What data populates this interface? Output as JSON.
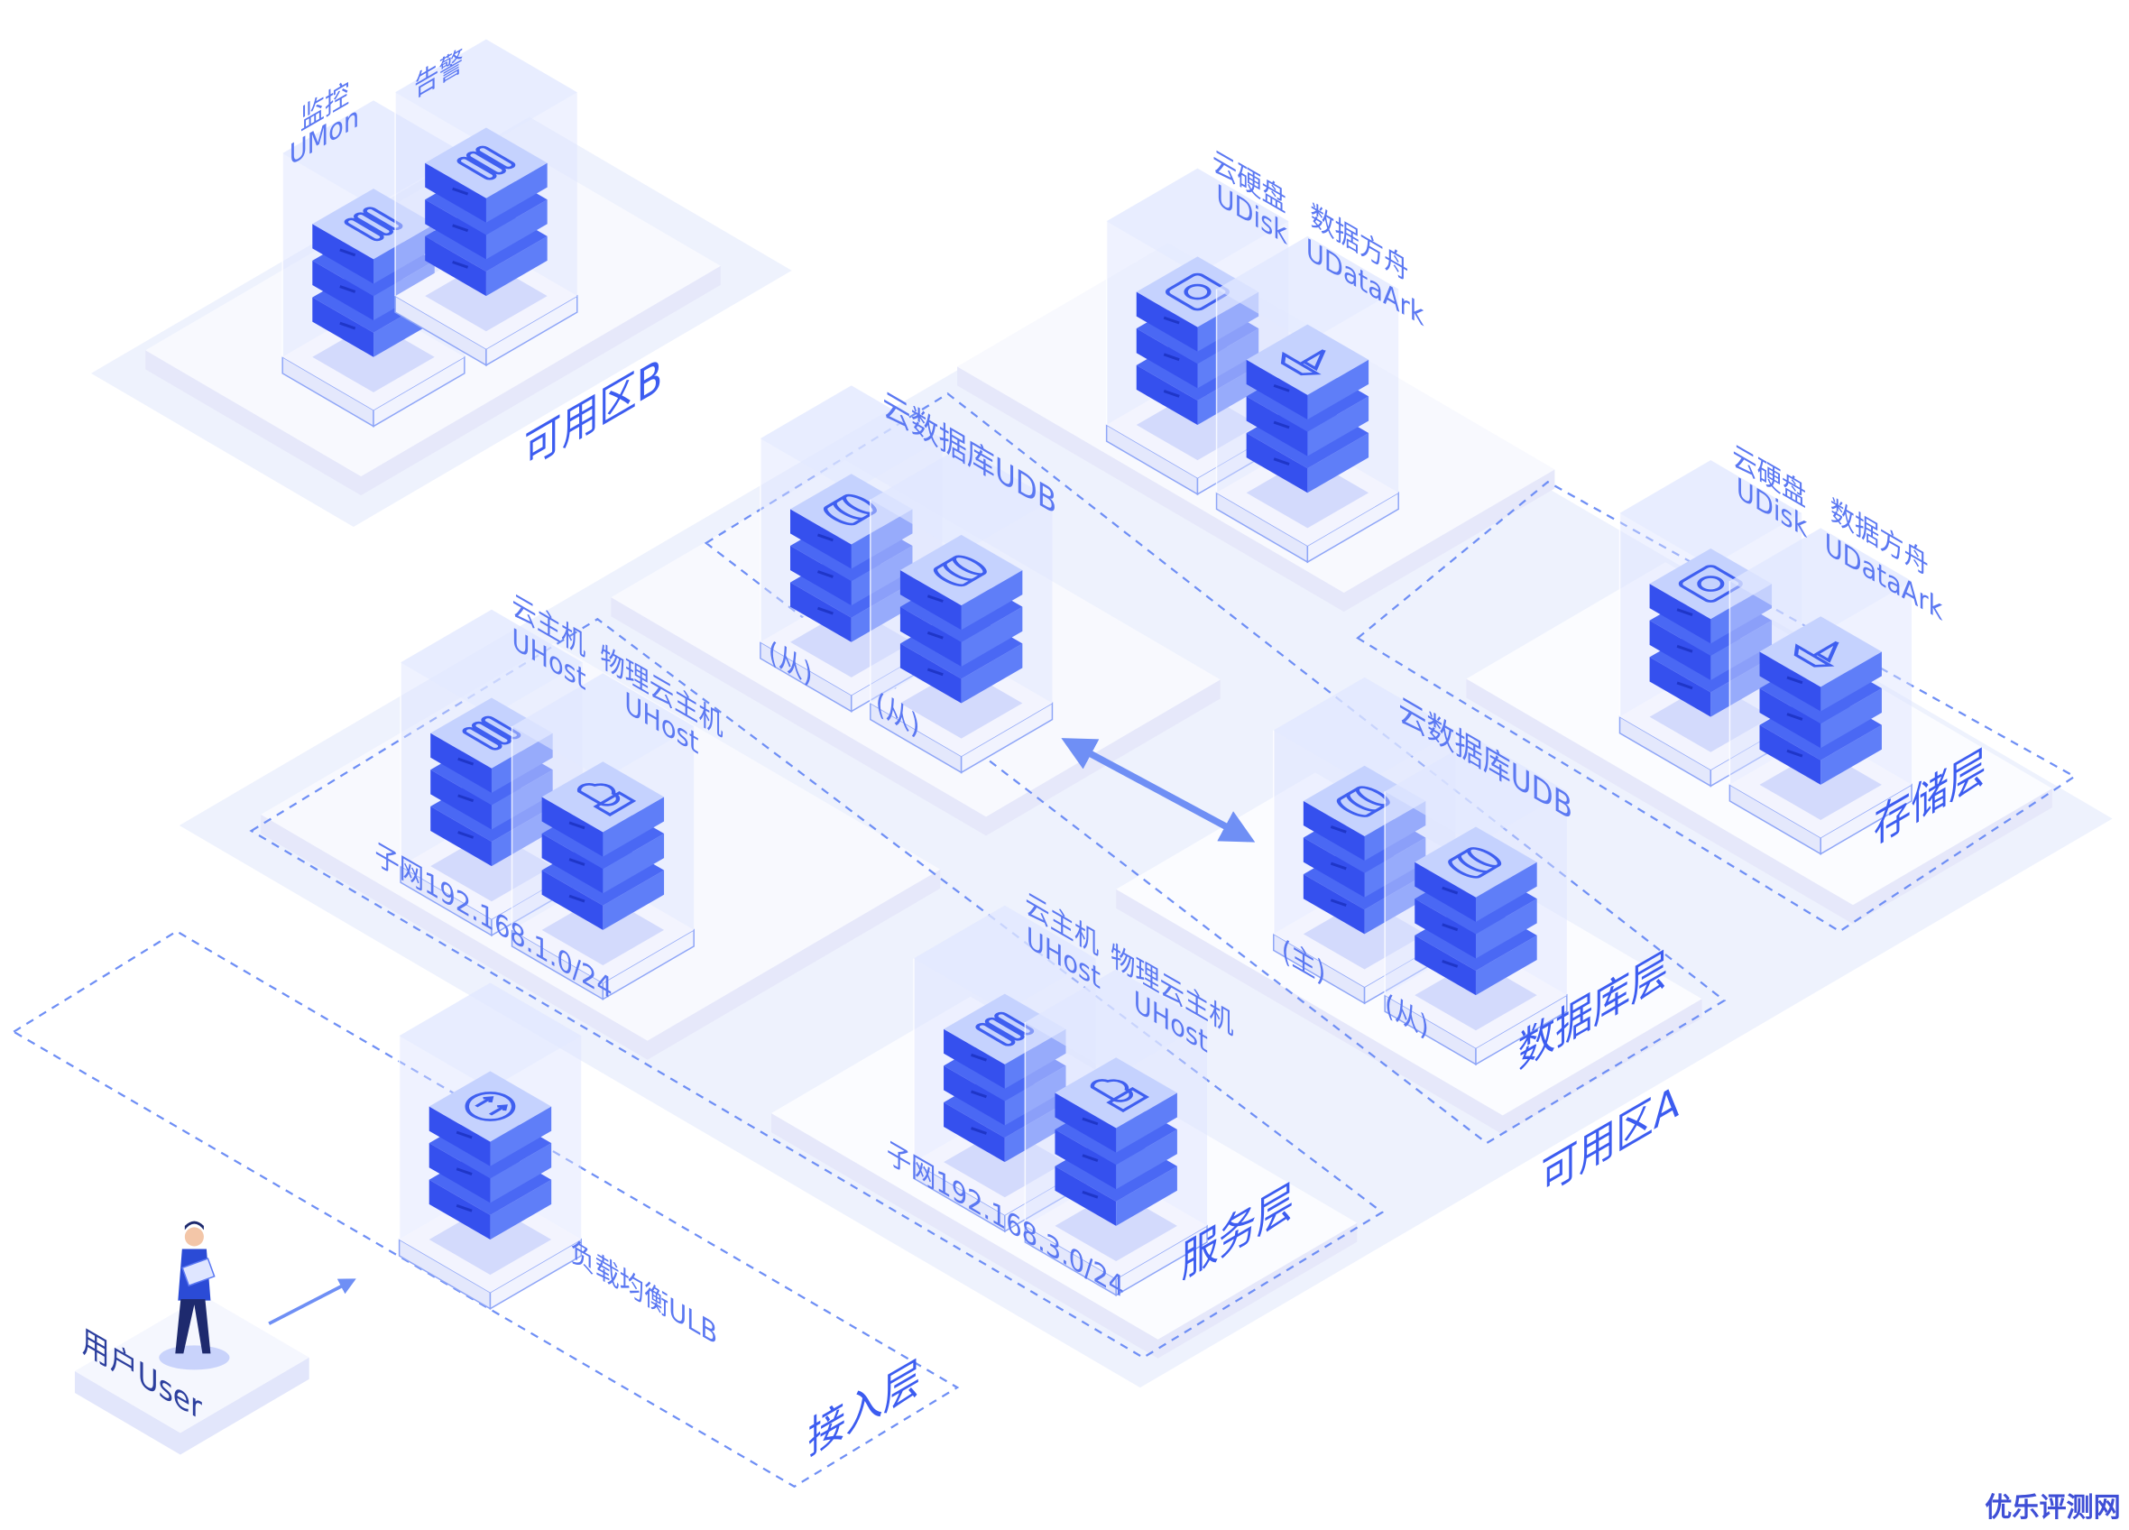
{
  "zones": {
    "zone_b": "可用区B",
    "zone_a": "可用区A"
  },
  "layers": {
    "access": "接入层",
    "service": "服务层",
    "database": "数据库层",
    "storage": "存储层"
  },
  "zone_b_services": {
    "monitor_cn": "监控",
    "monitor_en": "UMon",
    "alarm_cn": "告警"
  },
  "storage_b": {
    "udisk_cn": "云硬盘",
    "udisk_en": "UDisk",
    "udataark_cn": "数据方舟",
    "udataark_en": "UDataArk"
  },
  "storage_a": {
    "udisk_cn": "云硬盘",
    "udisk_en": "UDisk",
    "udataark_cn": "数据方舟",
    "udataark_en": "UDataArk"
  },
  "db_b": {
    "title": "云数据库UDB",
    "slave1": "(从)",
    "slave2": "(从)"
  },
  "db_a": {
    "title": "云数据库UDB",
    "master": "(主)",
    "slave": "(从)"
  },
  "subnet1": {
    "uhost_cn": "云主机",
    "uhost_en": "UHost",
    "phost_cn": "物理云主机",
    "phost_en": "UHost",
    "subnet": "子网192.168.1.0/24"
  },
  "subnet3": {
    "uhost_cn": "云主机",
    "uhost_en": "UHost",
    "phost_cn": "物理云主机",
    "phost_en": "UHost",
    "subnet": "子网192.168.3.0/24"
  },
  "access": {
    "ulb": "负载均衡ULB",
    "user": "用户User"
  },
  "watermark": "优乐评测网",
  "colors": {
    "accent": "#3c5cf0",
    "label": "#5b78f2",
    "slab_left": "#3550ee",
    "slab_right": "#5f7ef8",
    "slab_top": "#c5d2fe",
    "platform": "#eef2fd"
  }
}
